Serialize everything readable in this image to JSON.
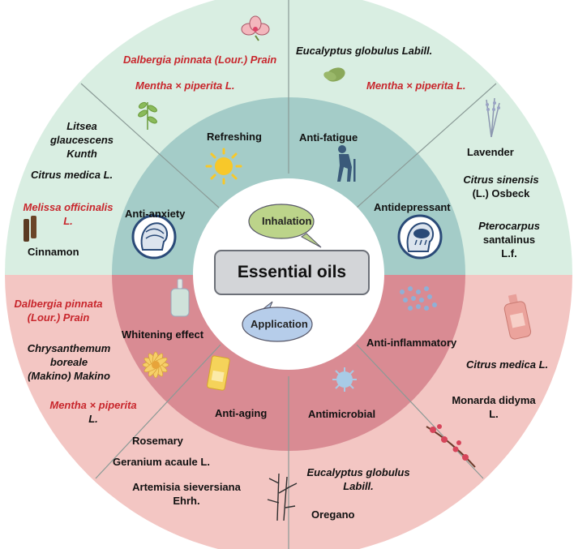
{
  "center": {
    "title": "Essential oils",
    "inhalation_label": "Inhalation",
    "application_label": "Application"
  },
  "colors": {
    "top_outer": "#d9eee2",
    "top_inner": "#a4ccc8",
    "bottom_outer": "#f3c6c3",
    "bottom_inner": "#d98b93",
    "center_ring": "#ffffff",
    "label_red": "#c8262c",
    "inhalation_bubble": "#bcd48a",
    "application_bubble": "#b6cdea"
  },
  "effects": {
    "refreshing": "Refreshing",
    "anti_fatigue": "Anti-fatigue",
    "anti_anxiety": "Anti-anxiety",
    "antidepressant": "Antidepressant",
    "whitening": "Whitening effect",
    "anti_inflammatory": "Anti-inflammatory",
    "anti_aging": "Anti-aging",
    "antimicrobial": "Antimicrobial"
  },
  "plants": {
    "dalbergia_top": "Dalbergia pinnata (Lour.) Prain",
    "mentha_top_left": "Mentha × piperita L.",
    "eucalyptus_top": "Eucalyptus globulus Labill.",
    "mentha_top_right": "Mentha × piperita L.",
    "litsea_1": "Litsea",
    "litsea_2": "glaucescens",
    "litsea_3": "Kunth",
    "citrus_medica_left": "Citrus medica L.",
    "melissa_1": "Melissa officinalis",
    "melissa_2": "L.",
    "cinnamon": "Cinnamon",
    "lavender": "Lavender",
    "citrus_sinensis_1": "Citrus sinensis",
    "citrus_sinensis_2": "(L.) Osbeck",
    "pterocarpus_1": "Pterocarpus",
    "pterocarpus_2": "santalinus",
    "pterocarpus_3": "L.f.",
    "dalbergia_bottom_1": "Dalbergia pinnata",
    "dalbergia_bottom_2": "(Lour.) Prain",
    "chrysanthemum_1": "Chrysanthemum",
    "chrysanthemum_2": "boreale",
    "chrysanthemum_3": "(Makino) Makino",
    "mentha_bottom_1": "Mentha × piperita",
    "mentha_bottom_2": "L.",
    "citrus_medica_right": "Citrus medica L.",
    "monarda_1": "Monarda didyma",
    "monarda_2": "L.",
    "rosemary": "Rosemary",
    "geranium": "Geranium acaule L.",
    "artemisia_1": "Artemisia sieversiana",
    "artemisia_2": "Ehrh.",
    "eucalyptus_bottom_1": "Eucalyptus globulus",
    "eucalyptus_bottom_2": "Labill.",
    "oregano": "Oregano"
  }
}
